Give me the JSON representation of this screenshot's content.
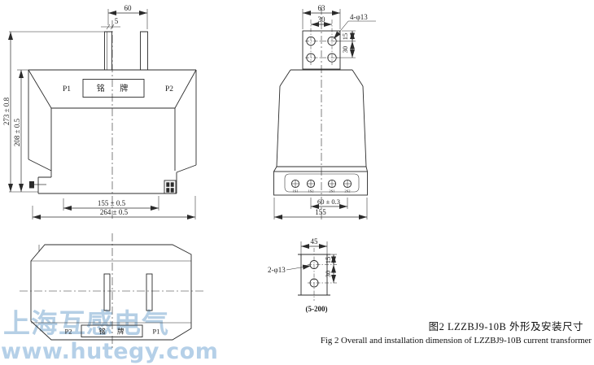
{
  "front_view": {
    "dim_top_width": "60",
    "dim_bar_thickness": "5",
    "dim_overall_height": "273 ± 0.8",
    "dim_body_height": "208 ± 0.5",
    "dim_hole_spacing": "155 ± 0.5",
    "dim_overall_width": "264 ± 0.5",
    "label_p1": "P1",
    "label_p2": "P2",
    "label_nameplate": "铭 牌"
  },
  "side_view": {
    "dim_plate_width": "63",
    "dim_hole_spacing_h": "30",
    "label_holes": "4-φ13",
    "dim_hole_offset_top": "15",
    "dim_hole_spacing_v": "30",
    "dim_terminal_spacing": "60 ± 0.3",
    "dim_base_width": "155",
    "terminals": [
      "1S1",
      "1S2",
      "2S1",
      "2S2"
    ]
  },
  "top_view": {
    "label_p2": "P2",
    "label_nameplate": "铭 牌",
    "label_p1": "P1"
  },
  "detail_view": {
    "dim_width": "45",
    "label_holes": "2-φ13",
    "dim_hole_offset_top": "15",
    "dim_hole_spacing_v": "30",
    "label_range": "(5-200)"
  },
  "caption": {
    "zh": "图2 LZZBJ9-10B 外形及安装尺寸",
    "en": "Fig 2 Overall and installation dimension of LZZBJ9-10B current transformer"
  },
  "watermark": {
    "line1": "上海互感电气",
    "line2": "www.hutegy.com",
    "color": "#aecbe6"
  },
  "colors": {
    "line": "#2b2b2b",
    "background": "#ffffff"
  }
}
